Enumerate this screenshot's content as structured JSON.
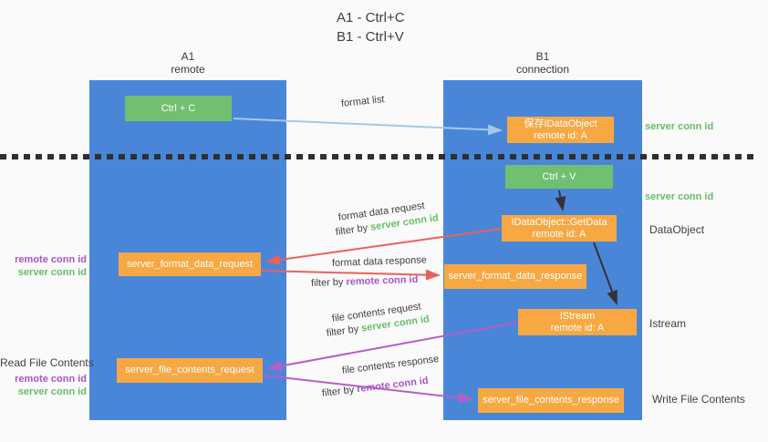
{
  "title": {
    "line1": "A1 - Ctrl+C",
    "line2": "B1 - Ctrl+V"
  },
  "columns": {
    "left": {
      "name": "A1",
      "role": "remote"
    },
    "right": {
      "name": "B1",
      "role": "connection"
    }
  },
  "nodes": {
    "ctrl_c": "Ctrl + C",
    "ctrl_v": "Ctrl + V",
    "save_idataobject": {
      "line1": "保存IDataObject",
      "line2": "remote id: A"
    },
    "getdata": {
      "line1": "IDataObject::GetData",
      "line2": "remote id: A"
    },
    "istream": {
      "line1": "IStream",
      "line2": "remote id: A"
    },
    "format_request": "server_format_data_request",
    "format_response": "server_format_data_response",
    "file_request": "server_file_contents_request",
    "file_response": "server_file_contents_response"
  },
  "labels": {
    "format_list": "format list",
    "format_data_request": "format data request",
    "format_data_response": "format data response",
    "file_contents_request": "file contents request",
    "file_contents_response": "file contents response",
    "filter_by": "filter by",
    "server_conn_id": "server conn id",
    "remote_conn_id": "remote conn id",
    "dataobject": "DataObject",
    "istream_side": "Istream",
    "read_file_contents": "Read File Contents",
    "write_file_contents": "Write File Contents"
  },
  "colors": {
    "background": "#fafafa",
    "column_blue": "#4a86d8",
    "box_green": "#71bf70",
    "box_orange": "#f7a843",
    "arrow_blue": "#a3c9e8",
    "arrow_black": "#333333",
    "arrow_red": "#e8625c",
    "arrow_purple": "#b55fc4",
    "text_dark": "#3f3f3f",
    "conn_green": "#67bd67",
    "conn_purple": "#a855c8",
    "dotted_line": "#2f2f2f"
  }
}
